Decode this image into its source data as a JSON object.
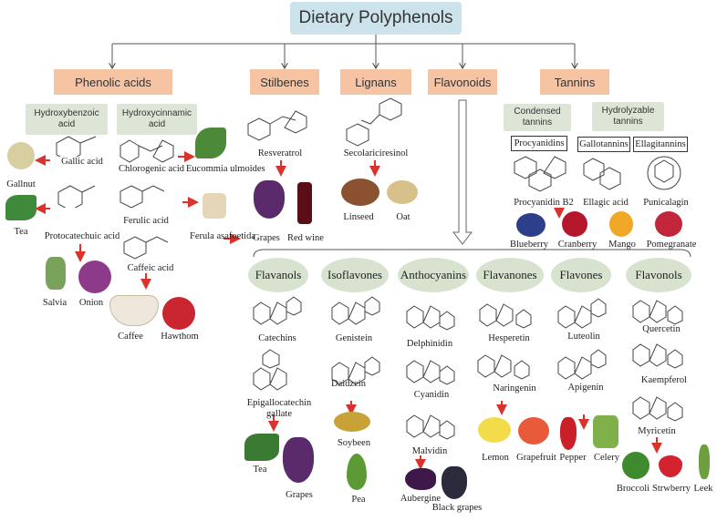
{
  "title": "Dietary Polyphenols",
  "categories": {
    "phenolic": "Phenolic acids",
    "stilbenes": "Stilbenes",
    "lignans": "Lignans",
    "flavonoids": "Flavonoids",
    "tannins": "Tannins"
  },
  "phenolic": {
    "hbenzoic": "Hydroxybenzoic acid",
    "hcinnamic": "Hydroxycinnamic acid",
    "gallic": "Gallic acid",
    "gallnut": "Gallnut",
    "tea": "Tea",
    "protocatechuic": "Protocatechuic acid",
    "salvia": "Salvia",
    "onion": "Onion",
    "chlorogenic": "Chlorogenic acid",
    "eucommia": "Eucommia ulmoides",
    "ferulic": "Ferulic acid",
    "ferula": "Ferula asafoetida",
    "caffeic": "Caffeic acid",
    "caffee": "Caffee",
    "hawthom": "Hawthom"
  },
  "stilbenes": {
    "resveratrol": "Resveratrol",
    "grapes": "Grapes",
    "redwine": "Red wine"
  },
  "lignans": {
    "secola": "Secolariciresinol",
    "linseed": "Linseed",
    "oat": "Oat"
  },
  "tannins": {
    "condensed": "Condensed tannins",
    "hydrolyzable": "Hydrolyzable tannins",
    "procyanidins": "Procyanidins",
    "gallotannins": "Gallotannins",
    "ellagitannins": "Ellagitannins",
    "procyanidinb2": "Procyanidin B2",
    "ellagic": "Ellagic acid",
    "punicalagin": "Punicalagin",
    "blueberry": "Blueberry",
    "cranberry": "Cranberry",
    "mango": "Mango",
    "pomegranate": "Pomegranate"
  },
  "flavonoids": {
    "flavanols": {
      "name": "Flavanols",
      "c1": "Catechins",
      "c2": "Epigallocatechin gallate",
      "f1": "Tea",
      "f2": "Grapes"
    },
    "isoflavones": {
      "name": "Isoflavones",
      "c1": "Genistein",
      "c2": "Daidzein",
      "f1": "Soybeen",
      "f2": "Pea"
    },
    "anthocyanins": {
      "name": "Anthocyanins",
      "c1": "Delphinidin",
      "c2": "Cyanidin",
      "c3": "Malvidin",
      "f1": "Aubergine",
      "f2": "Black grapes"
    },
    "flavanones": {
      "name": "Flavanones",
      "c1": "Hesperetin",
      "c2": "Naringenin",
      "f1": "Lemon",
      "f2": "Grapefruit"
    },
    "flavones": {
      "name": "Flavones",
      "c1": "Luteolin",
      "c2": "Apigenin",
      "f1": "Pepper",
      "f2": "Celery"
    },
    "flavonols": {
      "name": "Flavonols",
      "c1": "Quercetin",
      "c2": "Kaempferol",
      "c3": "Myricetin",
      "f1": "Broccoli",
      "f2": "Strwberry",
      "f3": "Leek"
    }
  },
  "colors": {
    "title_bg": "#cde3ec",
    "category_bg": "#f6c3a3",
    "sub_bg": "#dde6d6",
    "oval_bg": "#d7e3cf",
    "arrow": "#d9342b"
  }
}
